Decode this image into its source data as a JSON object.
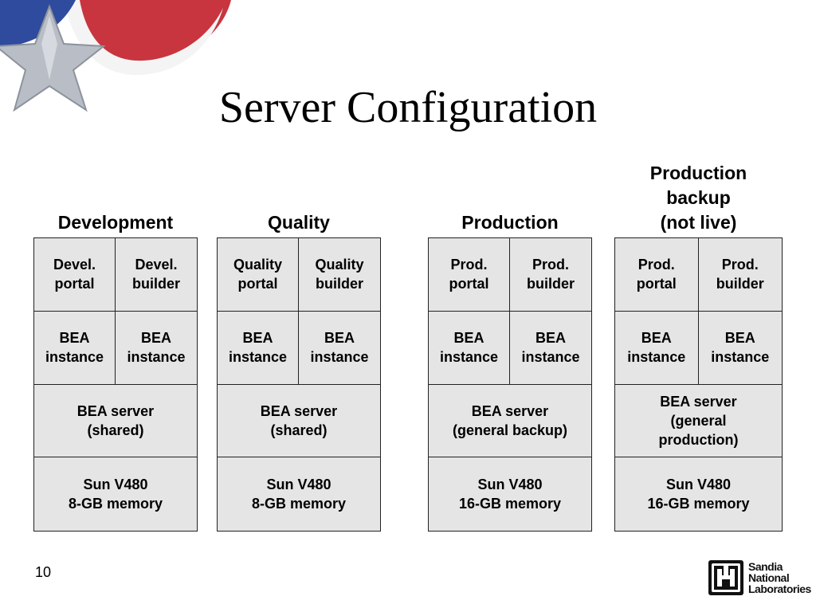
{
  "slide": {
    "title": "Server Configuration",
    "page_number": "10"
  },
  "logo": {
    "text": "Sandia\nNational\nLaboratories",
    "icon": "sandia-thunderbird-icon"
  },
  "columns": [
    {
      "label": "Development",
      "cells": {
        "portal": "Devel.\nportal",
        "builder": "Devel.\nbuilder",
        "instance_left": "BEA\ninstance",
        "instance_right": "BEA\ninstance",
        "server": "BEA server\n(shared)",
        "hardware": "Sun V480\n8-GB memory"
      }
    },
    {
      "label": "Quality",
      "cells": {
        "portal": "Quality\nportal",
        "builder": "Quality\nbuilder",
        "instance_left": "BEA\ninstance",
        "instance_right": "BEA\ninstance",
        "server": "BEA server\n(shared)",
        "hardware": "Sun V480\n8-GB memory"
      }
    },
    {
      "label": "Production",
      "cells": {
        "portal": "Prod.\nportal",
        "builder": "Prod.\nbuilder",
        "instance_left": "BEA\ninstance",
        "instance_right": "BEA\ninstance",
        "server": "BEA server\n(general backup)",
        "hardware": "Sun V480\n16-GB memory"
      }
    },
    {
      "label": "Production\nbackup\n(not live)",
      "cells": {
        "portal": "Prod.\nportal",
        "builder": "Prod.\nbuilder",
        "instance_left": "BEA\ninstance",
        "instance_right": "BEA\ninstance",
        "server": "BEA server\n(general\nproduction)",
        "hardware": "Sun V480\n16-GB memory"
      }
    }
  ],
  "colors": {
    "cell_fill": "#e5e5e5",
    "border": "#222222",
    "decor_red": "#c8353f",
    "decor_blue": "#2f4b9e"
  }
}
